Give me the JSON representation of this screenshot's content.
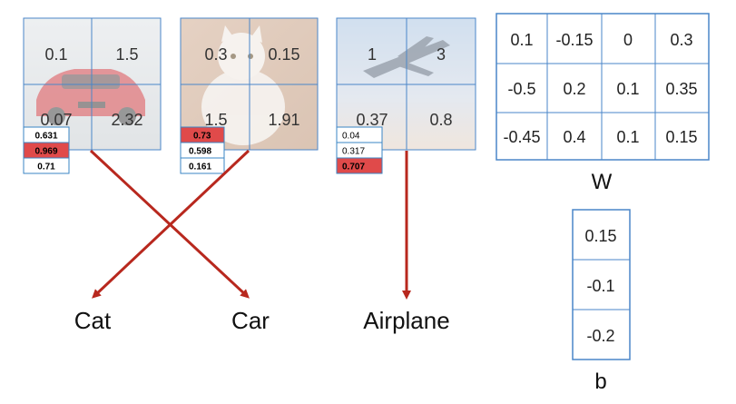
{
  "images": [
    {
      "subject": "car",
      "pixels": [
        "0.1",
        "1.5",
        "0.07",
        "2.32"
      ],
      "scores": [
        "0.631",
        "0.969",
        "0.71"
      ],
      "highlight_index": 1
    },
    {
      "subject": "cat",
      "pixels": [
        "0.3",
        "0.15",
        "1.5",
        "1.91"
      ],
      "scores": [
        "0.73",
        "0.598",
        "0.161"
      ],
      "highlight_index": 0
    },
    {
      "subject": "airplane",
      "pixels": [
        "1",
        "3",
        "0.37",
        "0.8"
      ],
      "scores": [
        "0.04",
        "0.317",
        "0.707"
      ],
      "highlight_index": 2
    }
  ],
  "class_labels": [
    "Cat",
    "Car",
    "Airplane"
  ],
  "weights": {
    "label": "W",
    "rows": [
      [
        "0.1",
        "-0.15",
        "0",
        "0.3"
      ],
      [
        "-0.5",
        "0.2",
        "0.1",
        "0.35"
      ],
      [
        "-0.45",
        "0.4",
        "0.1",
        "0.15"
      ]
    ]
  },
  "bias": {
    "label": "b",
    "values": [
      "0.15",
      "-0.1",
      "-0.2"
    ]
  },
  "colors": {
    "arrow": "#b8281e",
    "highlight": "#e04a4a",
    "score_border": "#3a86c4",
    "grid_line": "#4a86c8"
  }
}
